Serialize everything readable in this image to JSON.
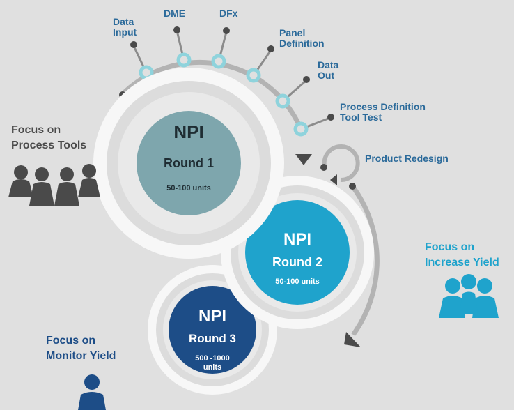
{
  "steps": {
    "data_input": "Data\nInput",
    "dme": "DME",
    "dfx": "DFx",
    "panel_definition": "Panel\nDefinition",
    "data_out": "Data\nOut",
    "process_definition": "Process Definition\nTool Test",
    "product_redesign": "Product Redesign"
  },
  "focus": {
    "process_tools": "Focus on\nProcess Tools",
    "increase_yield": "Focus on\nIncrease Yield",
    "monitor_yield": "Focus on\nMonitor Yield"
  },
  "rounds": [
    {
      "npi": "NPI",
      "round": "Round 1",
      "units": "50-100 units"
    },
    {
      "npi": "NPI",
      "round": "Round 2",
      "units": "50-100 units"
    },
    {
      "npi": "NPI",
      "round": "Round 3",
      "units": "500 -1000\nunits"
    }
  ],
  "colors": {
    "background": "#e0e0e0",
    "round1": "#7ea6ad",
    "round2": "#1fa3cc",
    "round3": "#1d4d87",
    "label_blue": "#2b6a9a",
    "dark": "#4a4a4a",
    "teal_node": "#8fd3dc"
  },
  "icons": {
    "process_tools": "group-of-people-icon",
    "increase_yield": "team-icon",
    "monitor_yield": "single-person-icon"
  }
}
